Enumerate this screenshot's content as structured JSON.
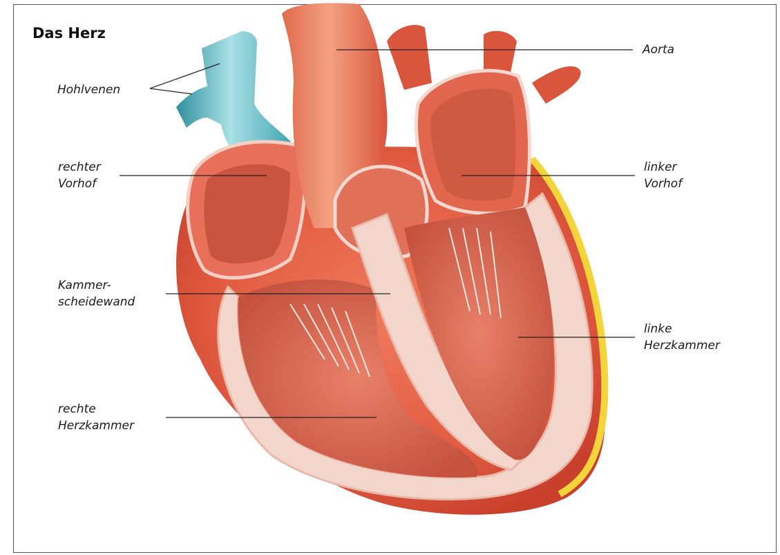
{
  "title": "Das Herz",
  "labels": {
    "hohlvenen": "Hohlvenen",
    "aorta": "Aorta",
    "rechter_vorhof": [
      "rechter",
      "Vorhof"
    ],
    "linker_vorhof": [
      "linker",
      "Vorhof"
    ],
    "kammerscheidewand": [
      "Kammer-",
      "scheidewand"
    ],
    "linke_herzkammer": [
      "linke",
      "Herzkammer"
    ],
    "rechte_herzkammer": [
      "rechte",
      "Herzkammer"
    ]
  },
  "colors": {
    "muscle": "#e3533e",
    "muscle_dark": "#b8382a",
    "muscle_light": "#f08a6a",
    "vein": "#4fb3c0",
    "fat": "#f3d43a",
    "inner_wall": "#f6d8d0",
    "leader_line": "#222222"
  }
}
